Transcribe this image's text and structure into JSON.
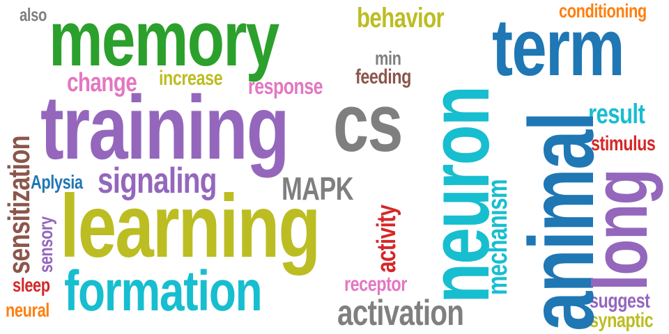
{
  "words": {
    "memory": "memory",
    "training": "training",
    "cs": "cs",
    "learning": "learning",
    "formation": "formation",
    "term": "term",
    "neuron": "neuron",
    "animal": "animal",
    "long": "long",
    "behavior": "behavior",
    "conditioning": "conditioning",
    "also": "also",
    "change": "change",
    "increase": "increase",
    "response": "response",
    "min": "min",
    "feeding": "feeding",
    "result": "result",
    "stimulus": "stimulus",
    "signaling": "signaling",
    "aplysia": "Aplysia",
    "mapk": "MAPK",
    "mechanism": "mechanism",
    "activity": "activity",
    "receptor": "receptor",
    "activation": "activation",
    "suggest": "suggest",
    "synaptic": "synaptic",
    "sensitization": "sensitization",
    "sensory": "sensory",
    "sleep": "sleep",
    "neural": "neural"
  },
  "colors": {
    "green": "#2ca02c",
    "purple": "#9467bd",
    "gray": "#7f7f7f",
    "olive": "#bcbd22",
    "cyan": "#17becf",
    "blue": "#1f77b4",
    "orange": "#ff7f0e",
    "pink": "#e377c2",
    "brown": "#8c564b",
    "red": "#d62728"
  }
}
